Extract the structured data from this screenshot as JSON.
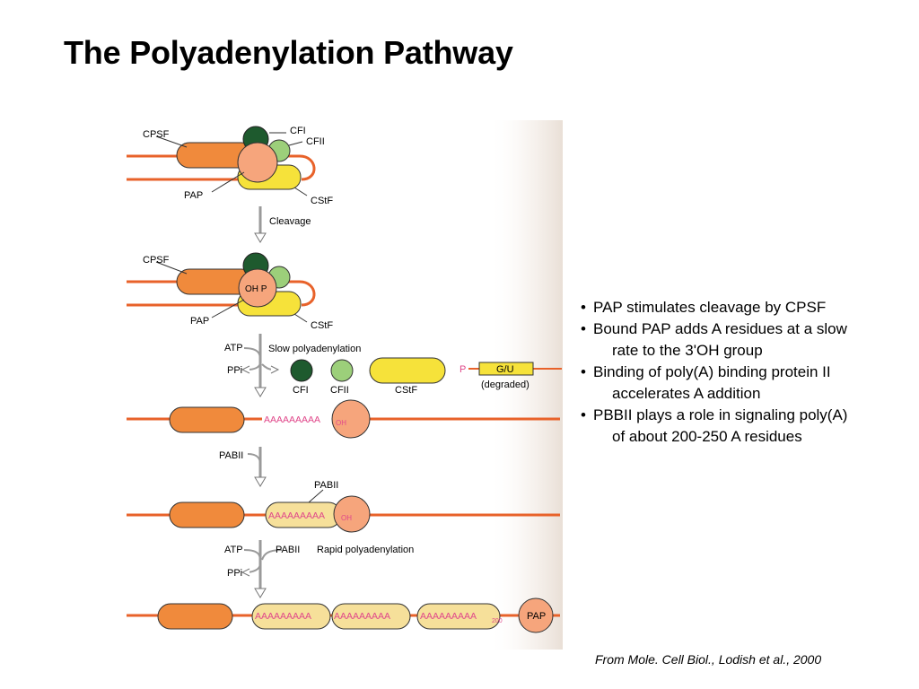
{
  "slide": {
    "title": "The Polyadenylation Pathway",
    "source": "From Mole. Cell Biol.,  Lodish et al., 2000"
  },
  "bullets": [
    {
      "line1": "PAP stimulates cleavage by CPSF",
      "line2": ""
    },
    {
      "line1": "Bound PAP adds A residues at a slow",
      "line2": "rate to the 3'OH group"
    },
    {
      "line1": "Binding of poly(A) binding protein II",
      "line2": "accelerates A addition"
    },
    {
      "line1": "PBBII plays a role in signaling poly(A)",
      "line2": "of about 200-250 A residues"
    }
  ],
  "figure": {
    "labels": {
      "cpsf": "CPSF",
      "cfi": "CFI",
      "cfii": "CFII",
      "pap": "PAP",
      "cstf": "CStF",
      "cleavage": "Cleavage",
      "oh_p": "OH P",
      "atp": "ATP",
      "ppi": "PPi",
      "slow": "Slow polyadenylation",
      "p": "P",
      "gu": "G/U",
      "degraded": "(degraded)",
      "polya": "AAAAAAAAA",
      "oh": "OH",
      "pabii": "PABII",
      "rapid": "Rapid polyadenylation",
      "n200": "200"
    },
    "colors": {
      "rna": "#e8622a",
      "cpsf": "#f08a3c",
      "cfi": "#1e5a2e",
      "cfii": "#9ccf7a",
      "pap": "#f6a57c",
      "cstf": "#f6e23a",
      "pabii": "#f6e09a",
      "polya": "#e0488a",
      "arrow": "#9a9a9a"
    }
  }
}
